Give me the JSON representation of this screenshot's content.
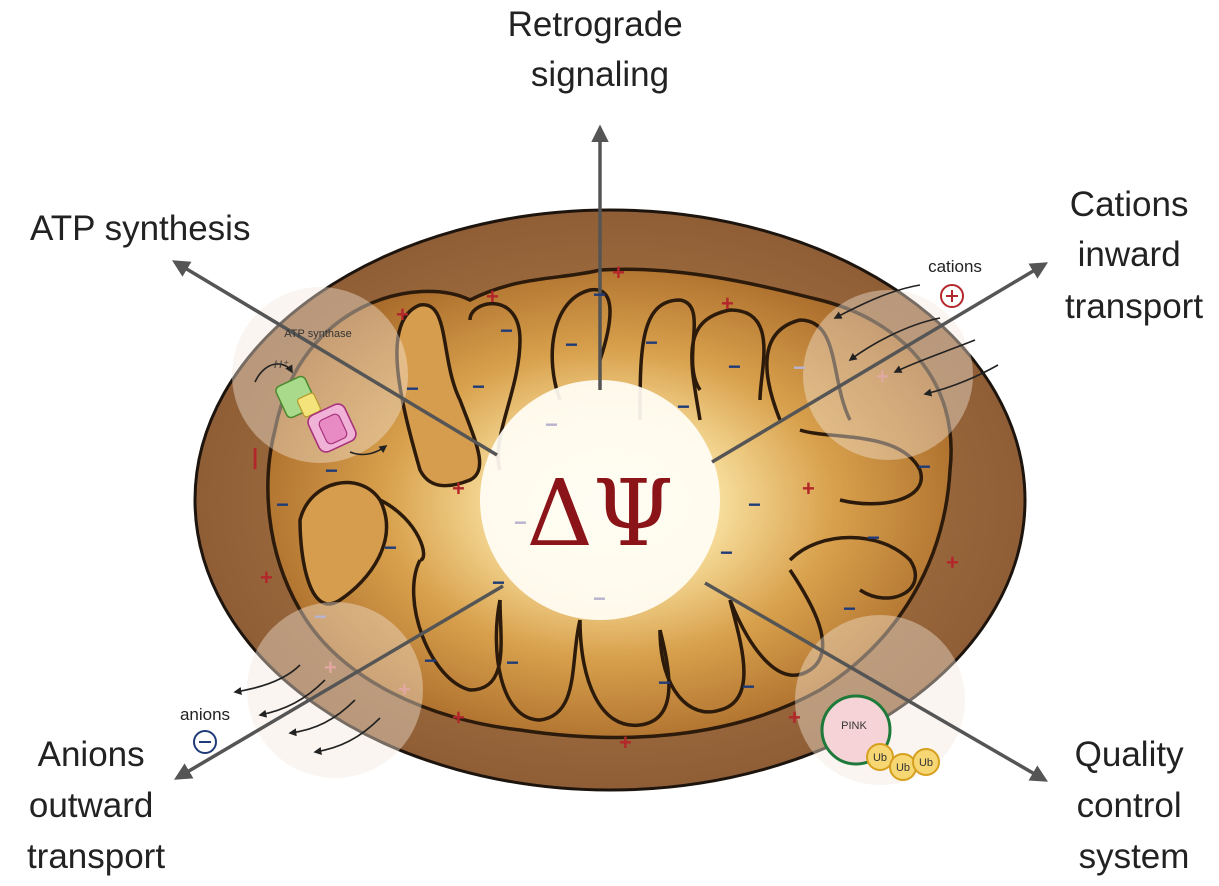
{
  "labels": {
    "top": [
      "Retrograde",
      "signaling"
    ],
    "top_left": "ATP synthesis",
    "top_right": [
      "Cations",
      "inward",
      "transport"
    ],
    "bottom_left": [
      "Anions",
      "outward",
      "transport"
    ],
    "bottom_right": [
      "Quality",
      "control",
      "system"
    ],
    "center_symbol": "ΔΨ",
    "atp_synthase": "ATP synthase",
    "proton": "H⁺",
    "cations": "cations",
    "anions": "anions",
    "pink": "PINK",
    "ub": "Ub"
  },
  "colors": {
    "outer_membrane": "#8a5a36",
    "matrix_light": "#fff6d6",
    "matrix_dark": "#b47a32",
    "cristae_stroke": "#3a2412",
    "plus_sign": "#b3262b",
    "minus_sign": "#1f3b78",
    "delta_psi": "#8a1418",
    "arrow": "#555555"
  }
}
